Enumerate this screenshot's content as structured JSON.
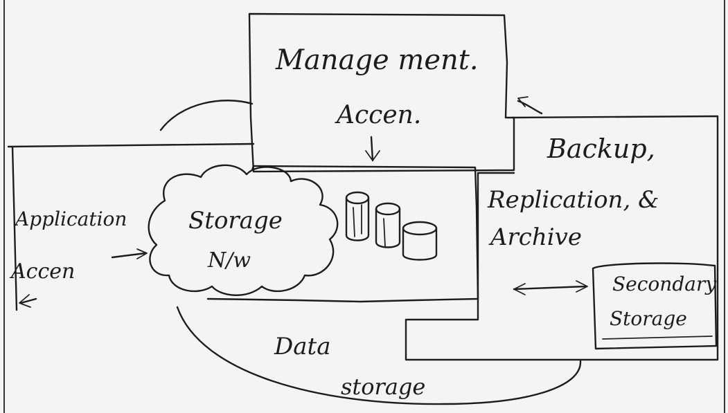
{
  "diagram": {
    "management_access": {
      "line1": "Manage ment.",
      "line2": "Accen."
    },
    "backup": {
      "line1": "Backup,",
      "line2": "Replication, &",
      "line3": "Archive"
    },
    "secondary_storage": {
      "line1": "Secondary",
      "line2": "Storage"
    },
    "storage_network": {
      "line1": "Storage",
      "line2": "N/w"
    },
    "application_access": {
      "line1": "Application",
      "line2": "Accen"
    },
    "data_storage": {
      "line1": "Data",
      "line2": "storage"
    }
  },
  "colors": {
    "ink": "#1c1c1c",
    "paper": "#f4f4f2"
  }
}
